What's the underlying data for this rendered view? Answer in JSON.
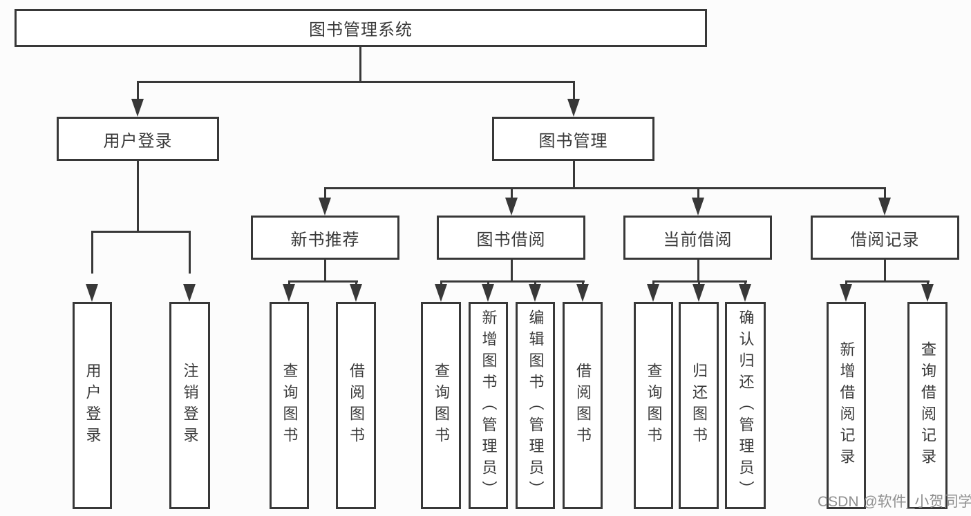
{
  "diagram": {
    "root": {
      "label": "图书管理系统"
    },
    "branches": [
      {
        "label": "用户登录",
        "children": [
          {
            "label": "用户登录"
          },
          {
            "label": "注销登录"
          }
        ]
      },
      {
        "label": "图书管理",
        "children": [
          {
            "label": "新书推荐",
            "children": [
              {
                "label": "查询图书"
              },
              {
                "label": "借阅图书"
              }
            ]
          },
          {
            "label": "图书借阅",
            "children": [
              {
                "label": "查询图书"
              },
              {
                "label": "新增图书（管理员）"
              },
              {
                "label": "编辑图书（管理员）"
              },
              {
                "label": "借阅图书"
              }
            ]
          },
          {
            "label": "当前借阅",
            "children": [
              {
                "label": "查询图书"
              },
              {
                "label": "归还图书"
              },
              {
                "label": "确认归还（管理员）"
              }
            ]
          },
          {
            "label": "借阅记录",
            "children": [
              {
                "label": "新增借阅记录"
              },
              {
                "label": "查询借阅记录"
              }
            ]
          }
        ]
      }
    ],
    "watermark": "CSDN @软件_小贺同学",
    "colors": {
      "line": "#383838",
      "text": "#3a3a3a",
      "background": "#fcfcfc",
      "watermark": "#8f8f8f"
    }
  }
}
